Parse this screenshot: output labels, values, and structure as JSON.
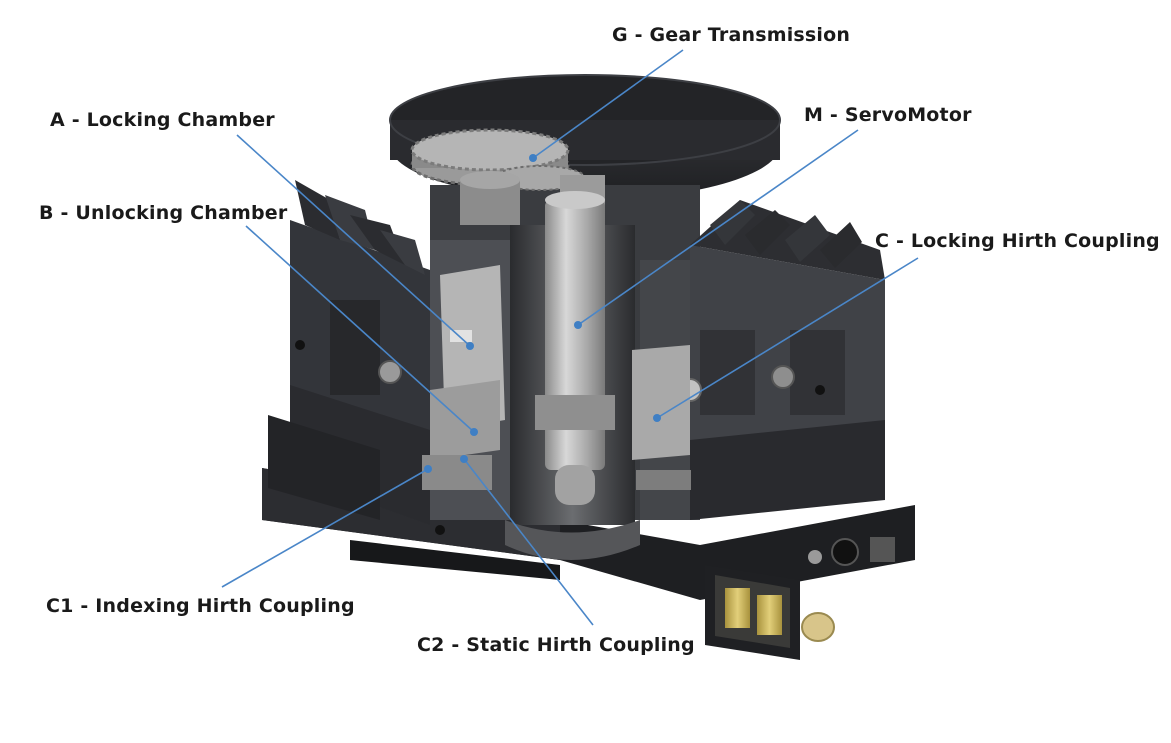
{
  "labels": {
    "gear_transmission": "G - Gear Transmission",
    "locking_chamber": "A - Locking Chamber",
    "servomotor": "M - ServoMotor",
    "unlocking_chamber": "B - Unlocking Chamber",
    "locking_hirth": "C - Locking Hirth Coupling",
    "indexing_hirth": "C1 - Indexing Hirth Coupling",
    "static_hirth": "C2 - Static Hirth Coupling"
  },
  "colors": {
    "leader_line": "#4a86c8",
    "leader_dot": "#3f7fc4",
    "body_dark": "#2b2c2f",
    "body_mid": "#45474b",
    "metal_light": "#b8b8b8",
    "gear": "#8e8e8e",
    "brass": "#c9b25a"
  }
}
